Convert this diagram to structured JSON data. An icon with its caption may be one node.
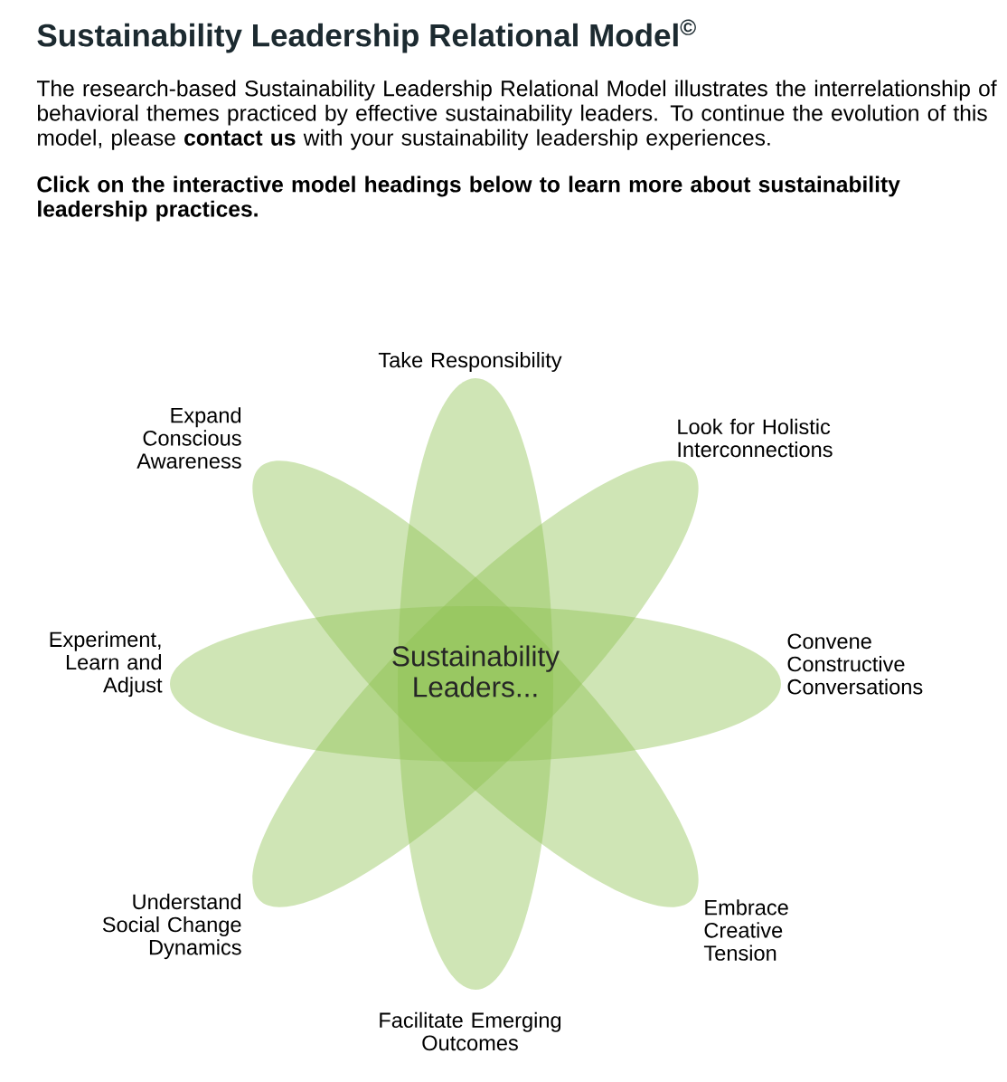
{
  "diagram": {
    "title": "Sustainability Leadership Relational Model$^{©}$",
    "labels": [
      "The research-based Sustainability Leadership Relational Model illustrates the interrelationship of behavioral themes practiced by effective sustainability leaders. To continue the evolution of this model, please **contact us** with your sustainability leadership experiences.",
      "**Click on the interactive model headings below to learn more about sustainability leadership practices**.",
      "Take Responsibility",
      "Expand Conscious Awareness",
      "Look for Holistic Interconnections",
      "Experiment, Learn and Adjust",
      "Sustainability Leaders...",
      "Convene Constructive Conversations",
      "Understand Social Change Dynamics",
      "Embrace Creative Tension",
      "Facilitate Emerging Outcomes"
    ]
  }
}
